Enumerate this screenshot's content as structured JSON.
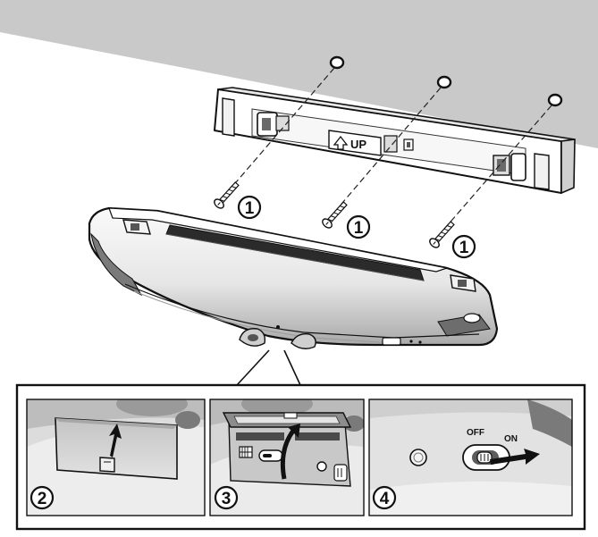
{
  "diagram": {
    "label_up": "UP",
    "screw_number": "1",
    "steps": [
      {
        "number": "2"
      },
      {
        "number": "3"
      },
      {
        "number": "4"
      }
    ],
    "switch_off": "OFF",
    "switch_on": "ON"
  },
  "colors": {
    "wall": "#c9c9c9",
    "outline": "#111111",
    "body_fill": "#f4f4f4",
    "shade_dark": "#8a8a8a",
    "shade_mid": "#bdbdbd",
    "panel_bg": "#d8d8d8"
  }
}
